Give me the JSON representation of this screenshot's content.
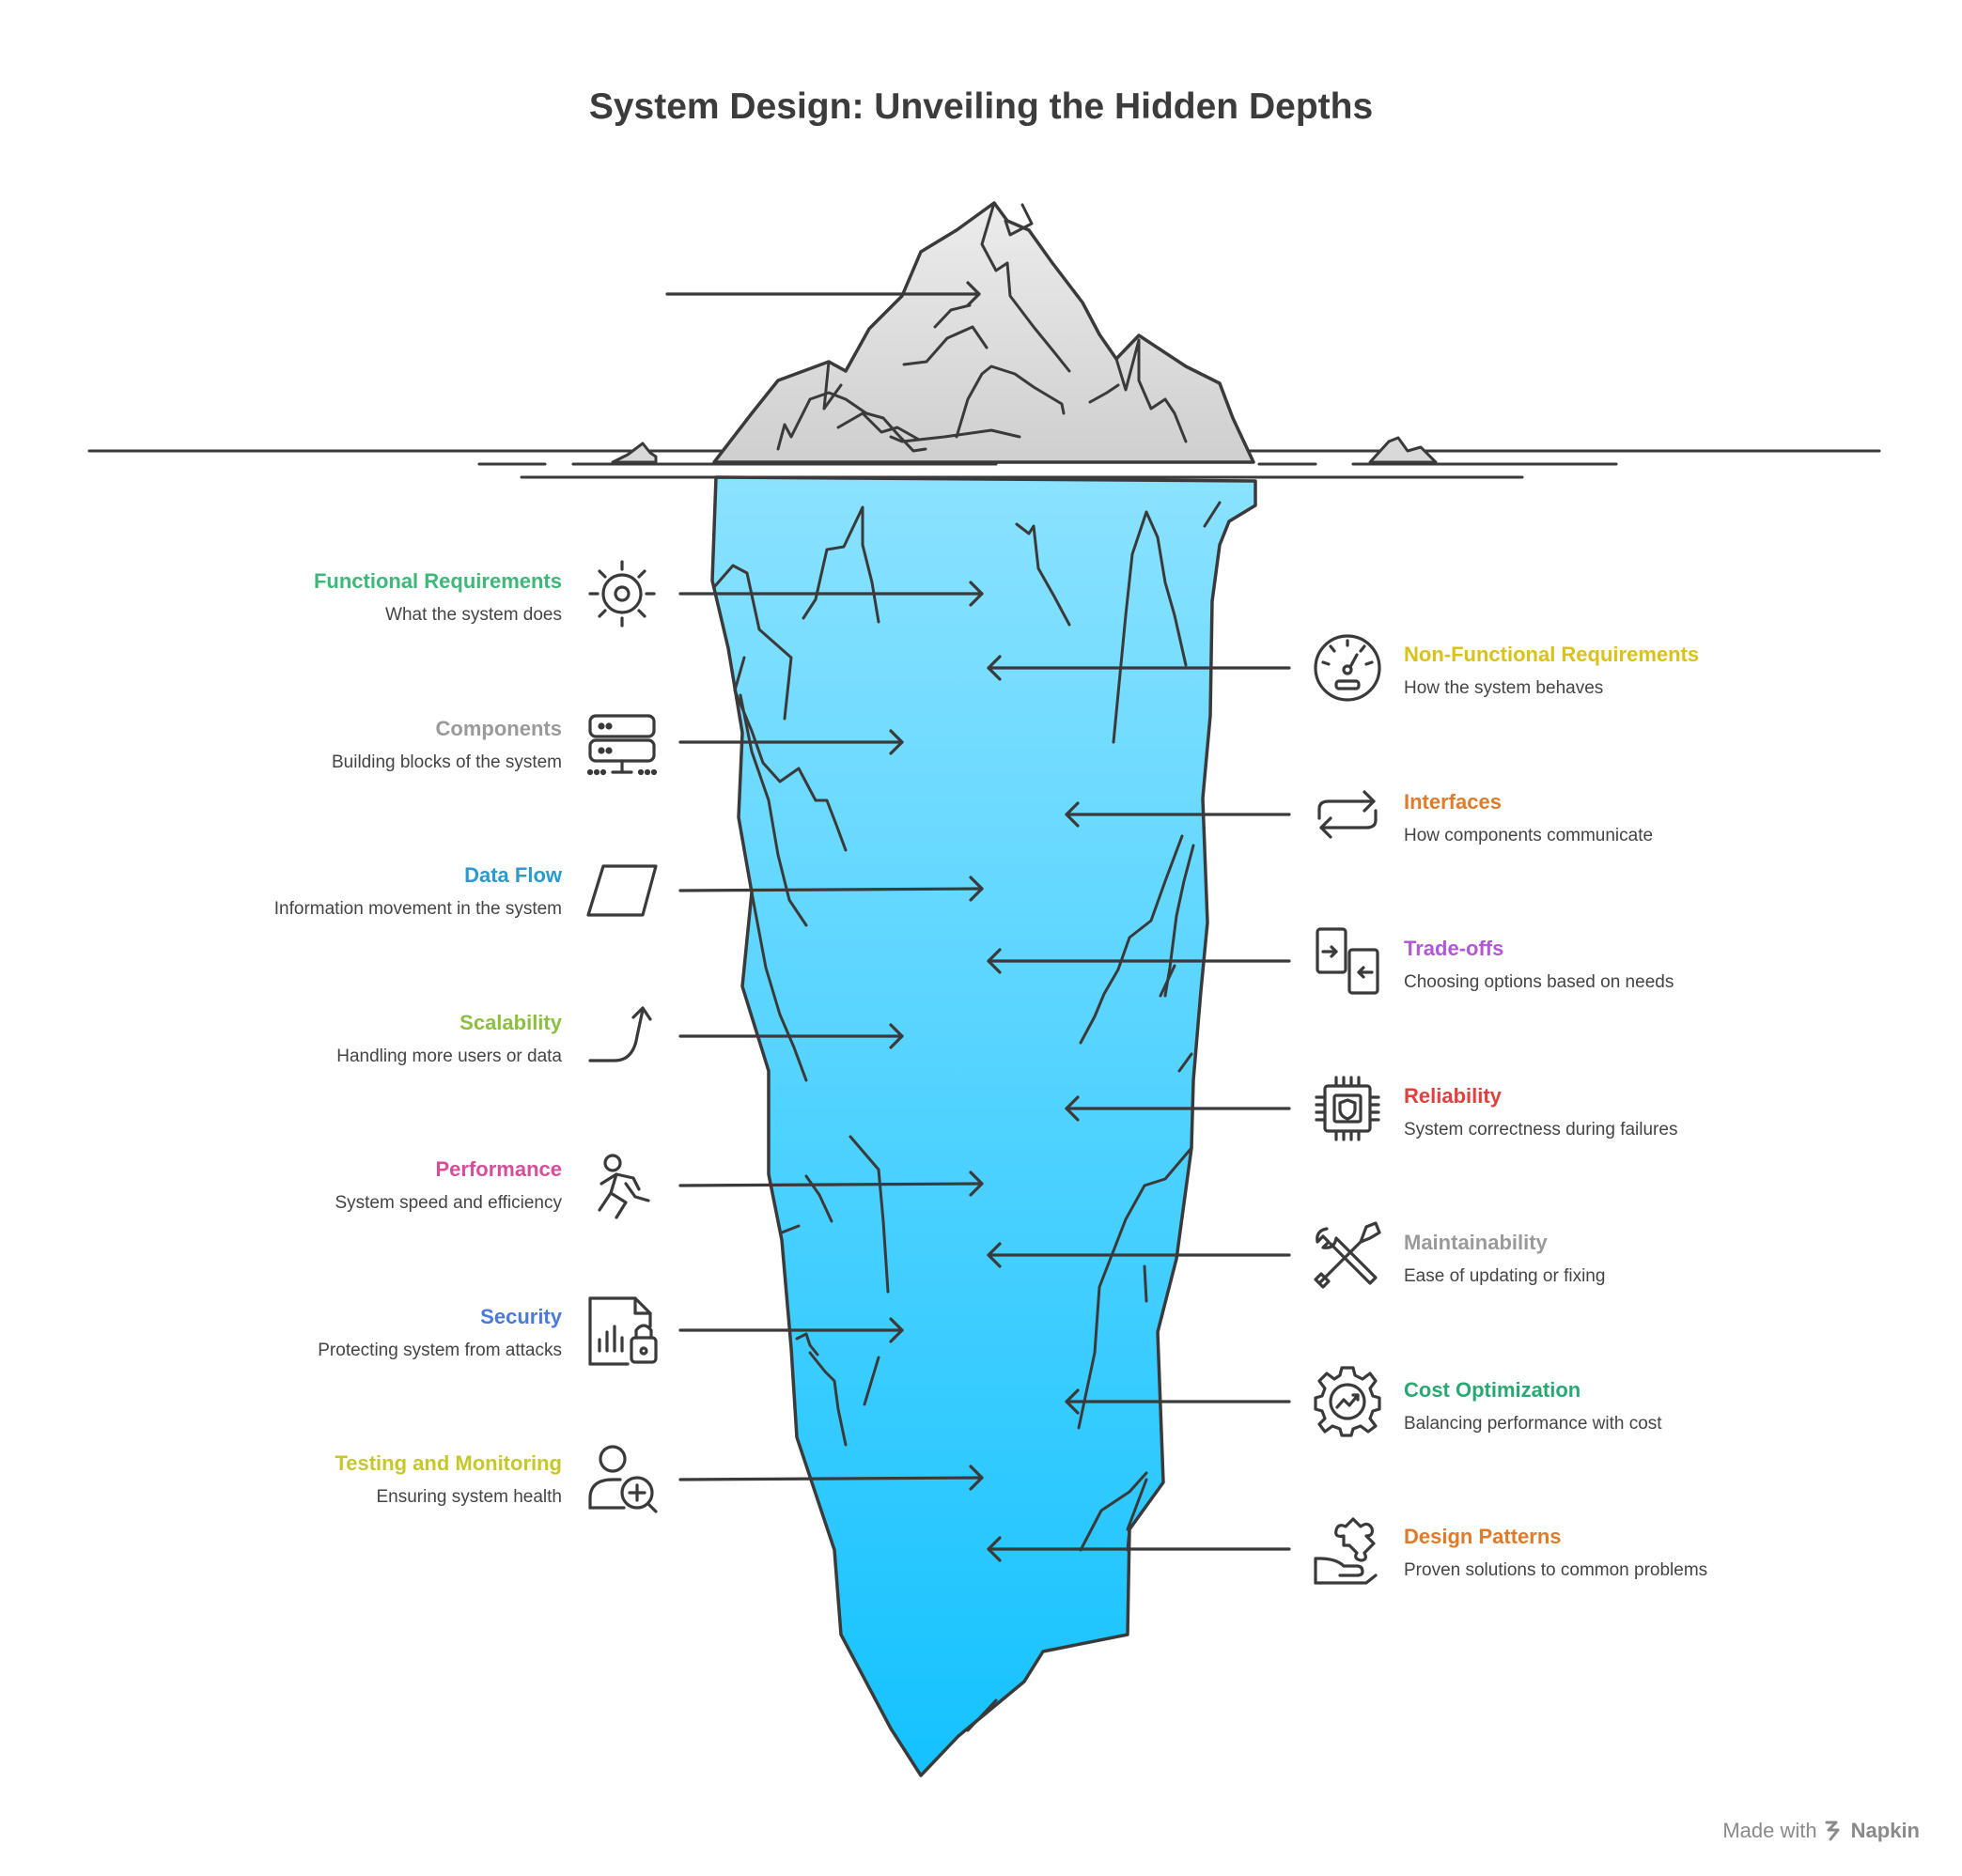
{
  "title": "System Design: Unveiling the Hidden Depths",
  "left_items": [
    {
      "label": "Functional Requirements",
      "description": "What the system does",
      "color": "#3cb878",
      "icon": "gear-sun-icon"
    },
    {
      "label": "Components",
      "description": "Building blocks of the system",
      "color": "#9a9a9a",
      "icon": "server-icon"
    },
    {
      "label": "Data Flow",
      "description": "Information movement in the system",
      "color": "#2a9bd0",
      "icon": "parallelogram-icon"
    },
    {
      "label": "Scalability",
      "description": "Handling more users or data",
      "color": "#8cbf3f",
      "icon": "curve-arrow-icon"
    },
    {
      "label": "Performance",
      "description": "System speed and efficiency",
      "color": "#d64d9a",
      "icon": "runner-icon"
    },
    {
      "label": "Security",
      "description": "Protecting system from attacks",
      "color": "#4a7bd8",
      "icon": "locked-file-icon"
    },
    {
      "label": "Testing and Monitoring",
      "description": "Ensuring system health",
      "color": "#c7c72a",
      "icon": "user-search-icon"
    }
  ],
  "right_items": [
    {
      "label": "Non-Functional Requirements",
      "description": "How the system behaves",
      "color": "#d9c21a",
      "icon": "gauge-icon"
    },
    {
      "label": "Interfaces",
      "description": "How components communicate",
      "color": "#e07b2a",
      "icon": "exchange-arrows-icon"
    },
    {
      "label": "Trade-offs",
      "description": "Choosing options based on needs",
      "color": "#b456d8",
      "icon": "compare-icon"
    },
    {
      "label": "Reliability",
      "description": "System correctness during failures",
      "color": "#e0413c",
      "icon": "chip-shield-icon"
    },
    {
      "label": "Maintainability",
      "description": "Ease of updating or fixing",
      "color": "#9a9a9a",
      "icon": "tools-icon"
    },
    {
      "label": "Cost Optimization",
      "description": "Balancing performance with cost",
      "color": "#2aa874",
      "icon": "gear-chart-icon"
    },
    {
      "label": "Design Patterns",
      "description": "Proven solutions to common problems",
      "color": "#e07b2a",
      "icon": "puzzle-hand-icon"
    }
  ],
  "footer": {
    "prefix": "Made with",
    "brand": "Napkin"
  }
}
